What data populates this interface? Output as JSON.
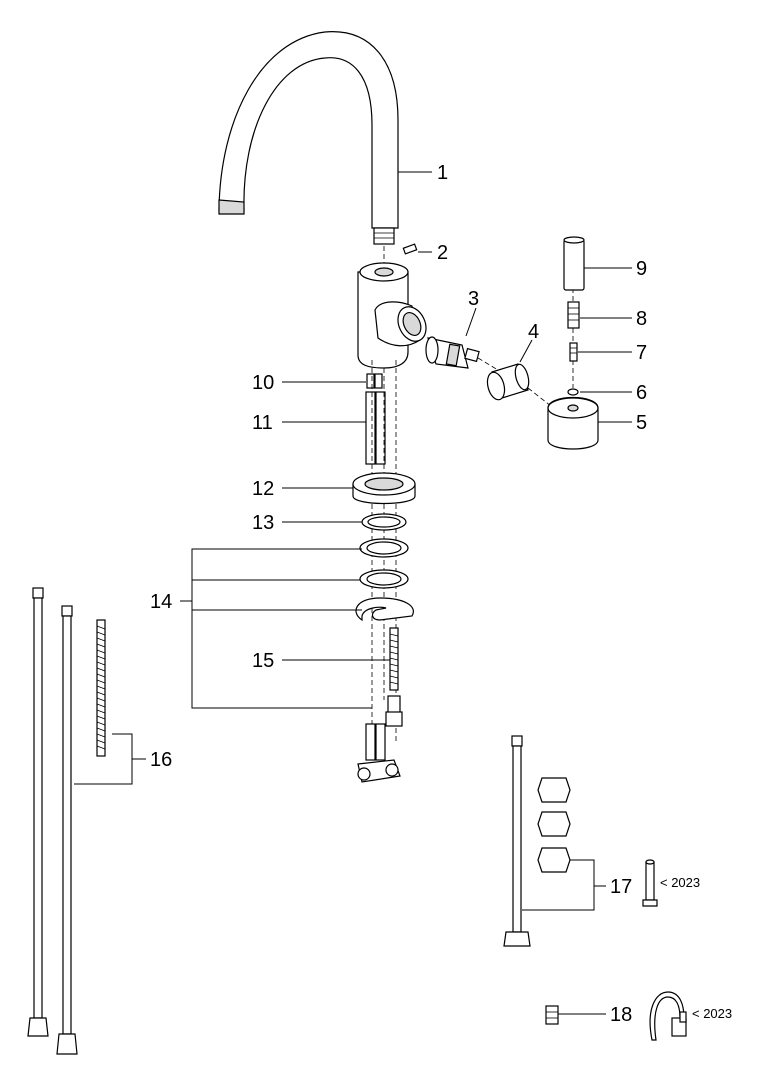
{
  "callouts": [
    {
      "number": "1",
      "part": "spout"
    },
    {
      "number": "2",
      "part": "set-screw"
    },
    {
      "number": "3",
      "part": "cartridge"
    },
    {
      "number": "4",
      "part": "cartridge-nut"
    },
    {
      "number": "5",
      "part": "handle-hub"
    },
    {
      "number": "6",
      "part": "o-ring"
    },
    {
      "number": "7",
      "part": "grub-screw"
    },
    {
      "number": "8",
      "part": "threaded-insert"
    },
    {
      "number": "9",
      "part": "lever"
    },
    {
      "number": "10",
      "part": "hose-connector"
    },
    {
      "number": "11",
      "part": "supply-hose"
    },
    {
      "number": "12",
      "part": "mounting-ring"
    },
    {
      "number": "13",
      "part": "gasket"
    },
    {
      "number": "14",
      "part": "fixing-set"
    },
    {
      "number": "15",
      "part": "threaded-rod"
    },
    {
      "number": "16",
      "part": "flexible-hoses"
    },
    {
      "number": "17",
      "part": "extension-set"
    },
    {
      "number": "18",
      "part": "aerator"
    }
  ],
  "notes": {
    "version_17": "< 2023",
    "version_18": "< 2023"
  },
  "colors": {
    "line": "#000000",
    "fill": "#ffffff",
    "shade": "#d9d9d9"
  }
}
